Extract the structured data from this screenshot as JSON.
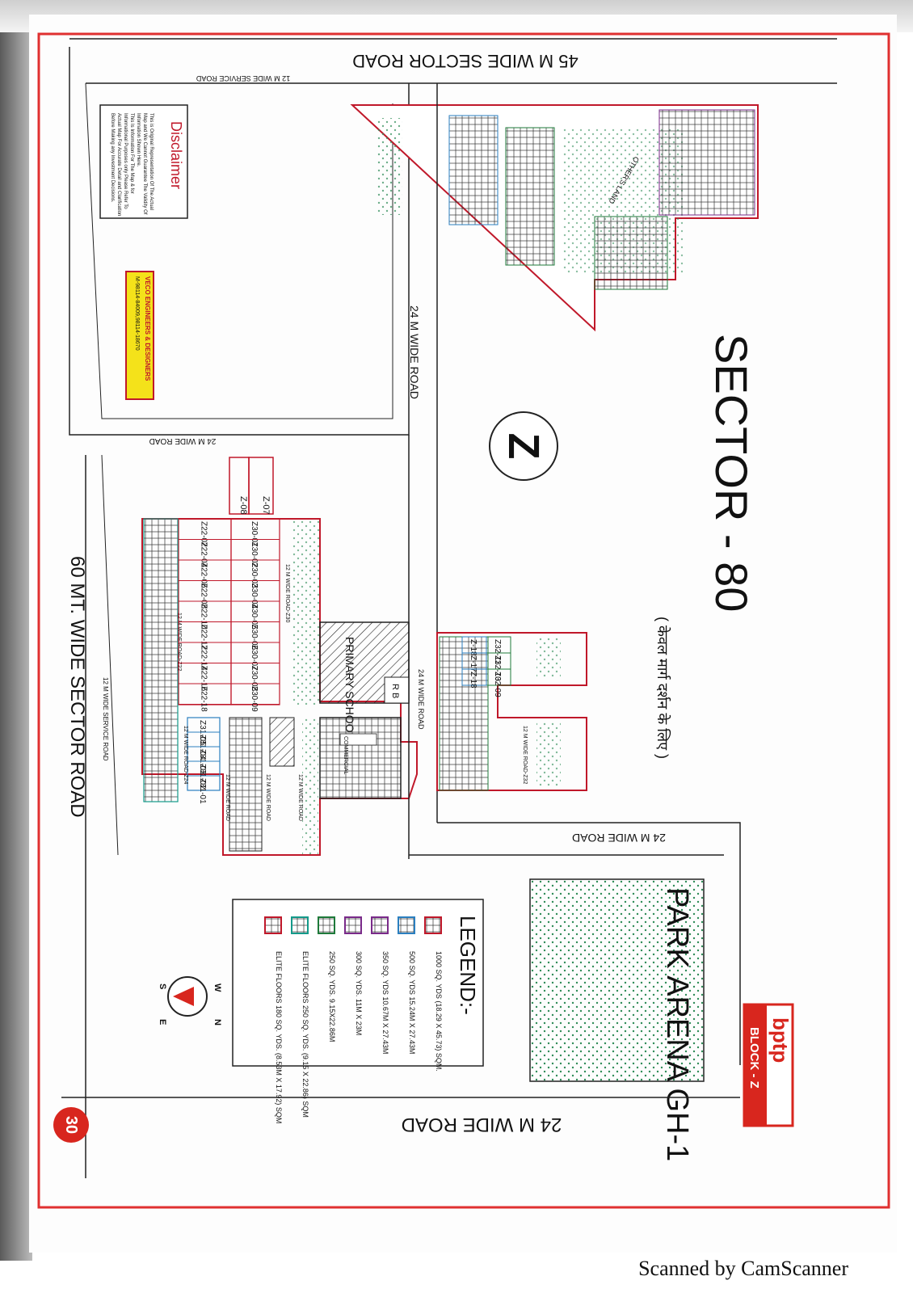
{
  "colors": {
    "border_red": "#e03030",
    "plot_red": "#c0182a",
    "plot_blue": "#2a7fc0",
    "plot_purple": "#7a2a8a",
    "plot_green": "#1e7a3a",
    "plot_teal": "#139a8a",
    "park_dots": "#2e8b57",
    "road_text": "#111111",
    "badge_red": "#d8261e"
  },
  "title": {
    "sector": "SECTOR - 80",
    "hindi_note": "( केवल मार्ग दर्शन के लिए )",
    "block_letter": "Z"
  },
  "brand": {
    "logo": "bptp",
    "block": "BLOCK - Z"
  },
  "page_number": "30",
  "roads": {
    "top": "45 M WIDE SECTOR ROAD",
    "top_service": "12 M WIDE SERVICE ROAD",
    "left": "60 MT. WIDE SECTOR ROAD",
    "left_service": "12 M WIDE SERVICE ROAD",
    "right": "24 M WIDE ROAD",
    "middle_vertical": "24 M WIDE ROAD",
    "middle_horizontal": "24 M WIDE ROAD",
    "center_vertical": "24 M WIDE ROAD",
    "lower_right": "24 M WIDE ROAD"
  },
  "labels": {
    "primary_school": "PRIMARY SCHOOL",
    "commercial": "COMMERCIAL",
    "rb": "R B",
    "others_land": "OTHER'S LAND",
    "park_name": "PARK ARENA GH-1"
  },
  "disclaimer": {
    "title": "Disclaimer",
    "lines": [
      "This is Original Representation Of The Actual",
      "Map and We Cannot Guarantee The Validity Of",
      "Information Shown Here.",
      "This Is Information For The Map & for",
      "Informational Purposes only Please Refer To",
      "Actual Map For Accurate Detail and Clarification",
      "Before Making any Investment Decisions."
    ]
  },
  "contact": {
    "company": "VECO ENGINEERS & DESIGNERS",
    "phone": "M-98114-84009,98114-18670"
  },
  "legend": {
    "title": "LEGEND:-",
    "items": [
      {
        "label": "1000 SQ. YDS (18.29 X 45.73) SQM.",
        "color": "#c0182a"
      },
      {
        "label": "500 SQ. YDS 15.24M X 27.43M",
        "color": "#2a7fc0"
      },
      {
        "label": "350 SQ. YDS 10.67M X 27.43M",
        "color": "#7a2a8a"
      },
      {
        "label": "300 SQ. YDS. 11M X 23M",
        "color": "#7a2a8a"
      },
      {
        "label": "250 SQ. YDS. 9.15X22.86M",
        "color": "#1e7a3a"
      },
      {
        "label": "ELITE FLOORS 250 SQ. YDS. (9.15 X 22.86) SQM",
        "color": "#139a8a"
      },
      {
        "label": "ELITE FLOORS 180 SQ. YDS. (8.53M X 17.92) SQM",
        "color": "#c0182a"
      }
    ],
    "compass": [
      "W",
      "S",
      "N",
      "E"
    ]
  },
  "plots": {
    "z30": [
      "Z30-01",
      "Z30-02",
      "Z30-03",
      "Z30-04",
      "Z30-05",
      "Z30-06",
      "Z30-07",
      "Z30-08",
      "Z30-09"
    ],
    "z22": [
      "Z22-02",
      "Z22-04",
      "Z22-06",
      "Z22-08",
      "Z22-10",
      "Z22-12",
      "Z22-14",
      "Z22-16",
      "Z22-18"
    ],
    "z31": [
      "Z31-05",
      "Z31-04",
      "Z31-03",
      "Z31-02",
      "Z31-01"
    ],
    "z32": [
      "Z32-11",
      "Z32-10",
      "Z32-09"
    ],
    "z_mid": [
      "Z-18",
      "Z-17",
      "Z-18"
    ],
    "z_pair": [
      "Z-07",
      "Z-08"
    ],
    "road_names": {
      "r230": "12 M WIDE ROAD-Z30",
      "r222": "12 M WIDE ROAD-Z22",
      "r224": "12 M WIDE ROAD-Z24",
      "r12a": "12 M WIDE ROAD",
      "r12b": "12 M WIDE ROAD",
      "r12c": "12 M WIDE ROAD",
      "r232": "12 M WIDE ROAD-Z32"
    }
  }
}
